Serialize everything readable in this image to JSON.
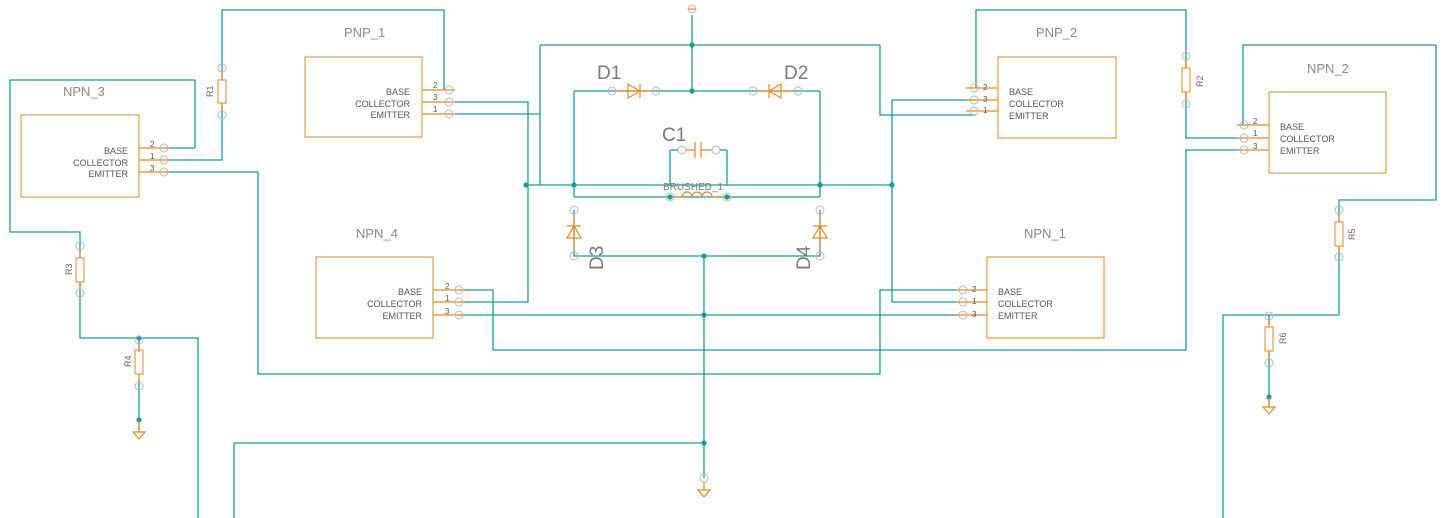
{
  "transistors": [
    {
      "id": "pnp1",
      "name": "PNP_1",
      "pins": [
        "BASE",
        "COLLECTOR",
        "EMITTER"
      ],
      "pin_numbers": [
        "2",
        "3",
        "1"
      ]
    },
    {
      "id": "pnp2",
      "name": "PNP_2",
      "pins": [
        "BASE",
        "COLLECTOR",
        "EMITTER"
      ],
      "pin_numbers": [
        "2",
        "3",
        "1"
      ]
    },
    {
      "id": "npn1",
      "name": "NPN_1",
      "pins": [
        "BASE",
        "COLLECTOR",
        "EMITTER"
      ],
      "pin_numbers": [
        "2",
        "1",
        "3"
      ]
    },
    {
      "id": "npn2",
      "name": "NPN_2",
      "pins": [
        "BASE",
        "COLLECTOR",
        "EMITTER"
      ],
      "pin_numbers": [
        "2",
        "1",
        "3"
      ]
    },
    {
      "id": "npn3",
      "name": "NPN_3",
      "pins": [
        "BASE",
        "COLLECTOR",
        "EMITTER"
      ],
      "pin_numbers": [
        "2",
        "1",
        "3"
      ]
    },
    {
      "id": "npn4",
      "name": "NPN_4",
      "pins": [
        "BASE",
        "COLLECTOR",
        "EMITTER"
      ],
      "pin_numbers": [
        "2",
        "1",
        "3"
      ]
    }
  ],
  "diodes": [
    "D1",
    "D2",
    "D3",
    "D4"
  ],
  "capacitor": "C1",
  "motor": "BRUSHED_1",
  "resistors": [
    "R1",
    "R2",
    "R3",
    "R4",
    "R5",
    "R6"
  ],
  "colors": {
    "wire": "#1a9a9a",
    "component": "#e08a24",
    "label": "#8a8a8a"
  }
}
